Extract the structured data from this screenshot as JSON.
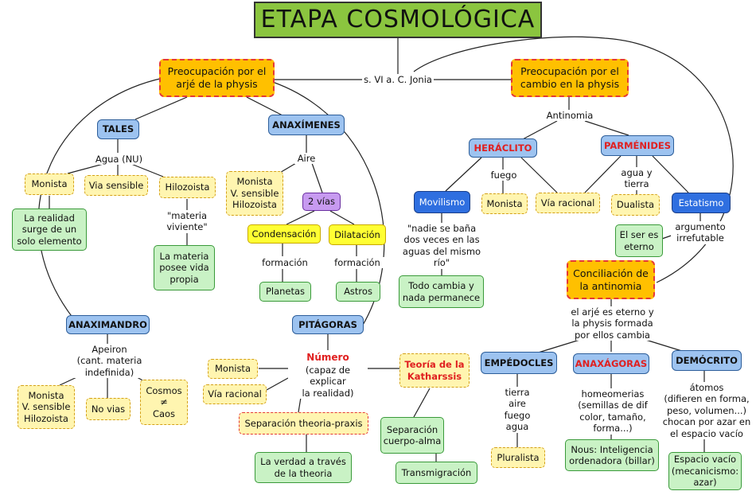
{
  "title": "ETAPA COSMOLÓGICA",
  "center_label": "s. VI a. C. Jonia",
  "left": {
    "concern": "Preocupación por el arjé de la physis",
    "tales": {
      "name": "TALES",
      "arje": "Agua (NU)",
      "monista": "Monista",
      "via": "Via sensible",
      "hilozoista": "Hilozoista",
      "realidad": "La realidad surge de un solo elemento",
      "materia_viviente": "\"materia viviente\"",
      "materia_vida": "La materia posee vida propia"
    },
    "anaximenes": {
      "name": "ANAXÍMENES",
      "arje": "Aire",
      "props": "Monista\nV. sensible\nHilozoista",
      "vias": "2 vías",
      "condensacion": "Condensación",
      "dilatacion": "Dilatación",
      "formacion1": "formación",
      "formacion2": "formación",
      "planetas": "Planetas",
      "astros": "Astros"
    },
    "anaximandro": {
      "name": "ANAXIMANDRO",
      "arje": "Apeiron\n(cant. materia\nindefinida)",
      "props": "Monista\nV. sensible\nHilozoista",
      "no_vias": "No vias",
      "cosmos": "Cosmos\n≠\nCaos"
    },
    "pitagoras": {
      "name": "PITÁGORAS",
      "numero": "Número",
      "numero_desc": "(capaz de explicar\nla realidad)",
      "monista": "Monista",
      "via_racional": "Vía racional",
      "teoria": "Teoría de la Katharssis",
      "separacion_theoria": "Separación theoria-praxis",
      "verdad": "La verdad a través de la theoria",
      "separacion_cuerpo": "Separación cuerpo-alma",
      "transmigracion": "Transmigración"
    }
  },
  "right": {
    "concern": "Preocupación por el cambio en la physis",
    "antinomia": "Antinomia",
    "heraclito": {
      "name": "HERÁCLITO",
      "arje": "fuego",
      "movilismo": "Movilismo",
      "cita": "\"nadie se baña\ndos veces en las\naguas del mismo\nrío\"",
      "cambia": "Todo cambia y nada permanece",
      "monista": "Monista",
      "via_racional": "Vía racional"
    },
    "parmenides": {
      "name": "PARMÉNIDES",
      "arje": "agua y\ntierra",
      "dualista": "Dualista",
      "estatismo": "Estatismo",
      "argumento": "argumento\nirrefutable",
      "ser": "El ser es eterno"
    },
    "conciliacion": {
      "label": "Conciliación de la antinomia",
      "desc": "el arjé es eterno y\nla physis formada\npor ellos cambia"
    },
    "empedocles": {
      "name": "EMPÉDOCLES",
      "elementos": "tierra\naire\nfuego\nagua",
      "pluralista": "Pluralista"
    },
    "anaxagoras": {
      "name": "ANAXÁGORAS",
      "homeomerias": "homeomerias\n(semillas de dif\ncolor, tamaño,\nforma...)",
      "nous": "Nous: Inteligencia ordenadora (billar)"
    },
    "democrito": {
      "name": "DEMÓCRITO",
      "atomos": "átomos\n(difieren en forma,\npeso, volumen...)\nchocan por azar en\nel espacio vacío",
      "espacio": "Espacio vacío (mecanicismo: azar)"
    }
  }
}
